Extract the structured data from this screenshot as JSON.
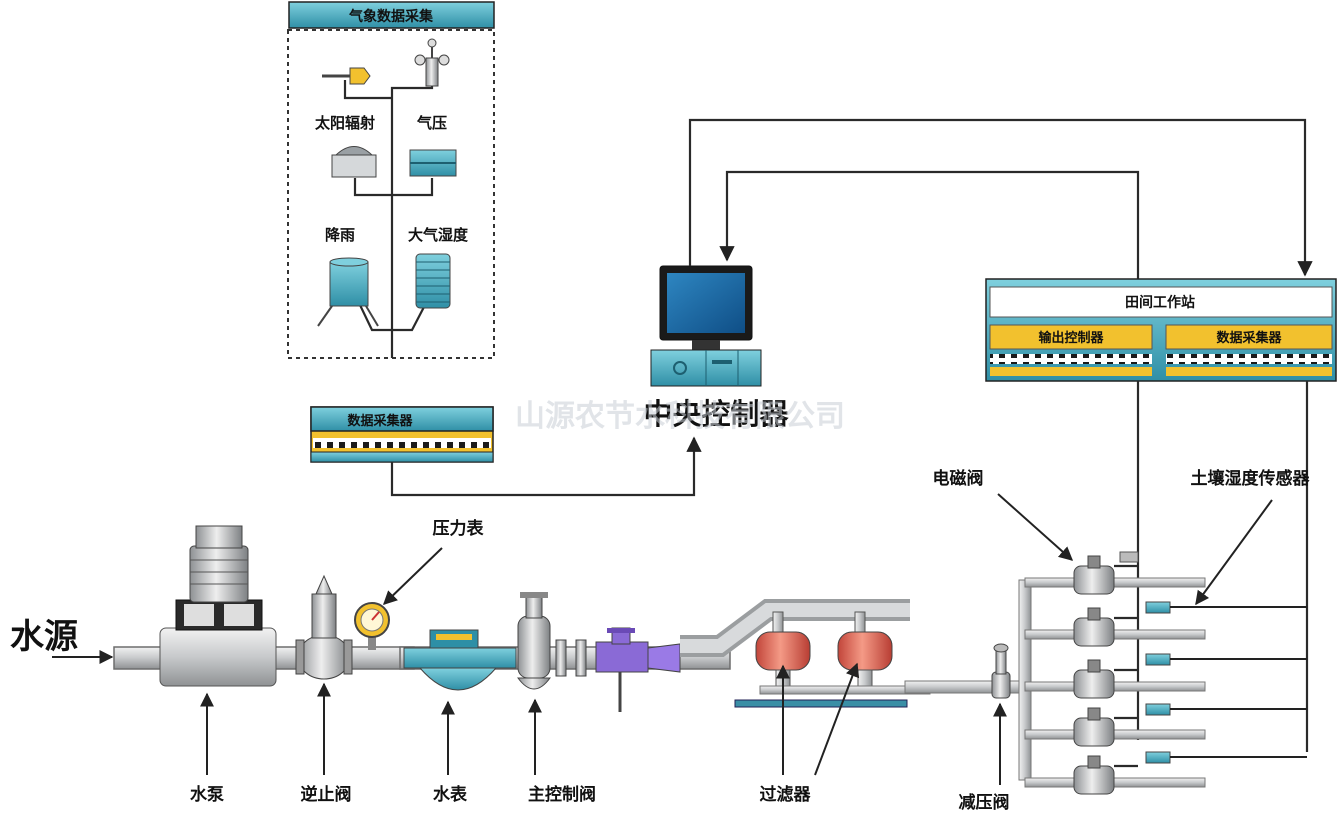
{
  "weather_box": {
    "title": "气象数据采集",
    "solar_label": "太阳辐射",
    "pressure_label": "气压",
    "rain_label": "降雨",
    "humidity_label": "大气湿度"
  },
  "data_collector_box": {
    "title": "数据采集器"
  },
  "central_controller": {
    "label": "中央控制器"
  },
  "field_station": {
    "title": "田间工作站",
    "output_label": "输出控制器",
    "collector_label": "数据采集器"
  },
  "callouts": {
    "water_source": "水源",
    "pump": "水泵",
    "check_valve": "逆止阀",
    "pressure_gauge": "压力表",
    "water_meter": "水表",
    "main_valve": "主控制阀",
    "filter": "过滤器",
    "reducing_valve": "减压阀",
    "solenoid_valve": "电磁阀",
    "soil_sensor": "土壤湿度传感器"
  },
  "watermark": "山源农节水科技有限公司",
  "colors": {
    "cyan": "#4fb5c8",
    "yellow": "#f2c12e",
    "red": "#e36b57",
    "pipe": "#c9cbcd"
  }
}
